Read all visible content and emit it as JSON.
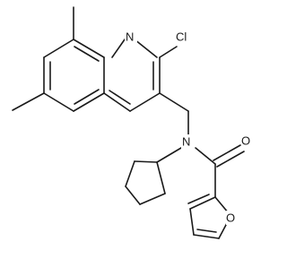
{
  "molecule": {
    "atoms": {
      "quinoline_n": "N",
      "chlorine": "Cl",
      "amide_n": "N",
      "carbonyl_o": "O",
      "furan_o": "O"
    }
  },
  "colors": {
    "bond": "#1a1a1a",
    "background": "#ffffff"
  }
}
